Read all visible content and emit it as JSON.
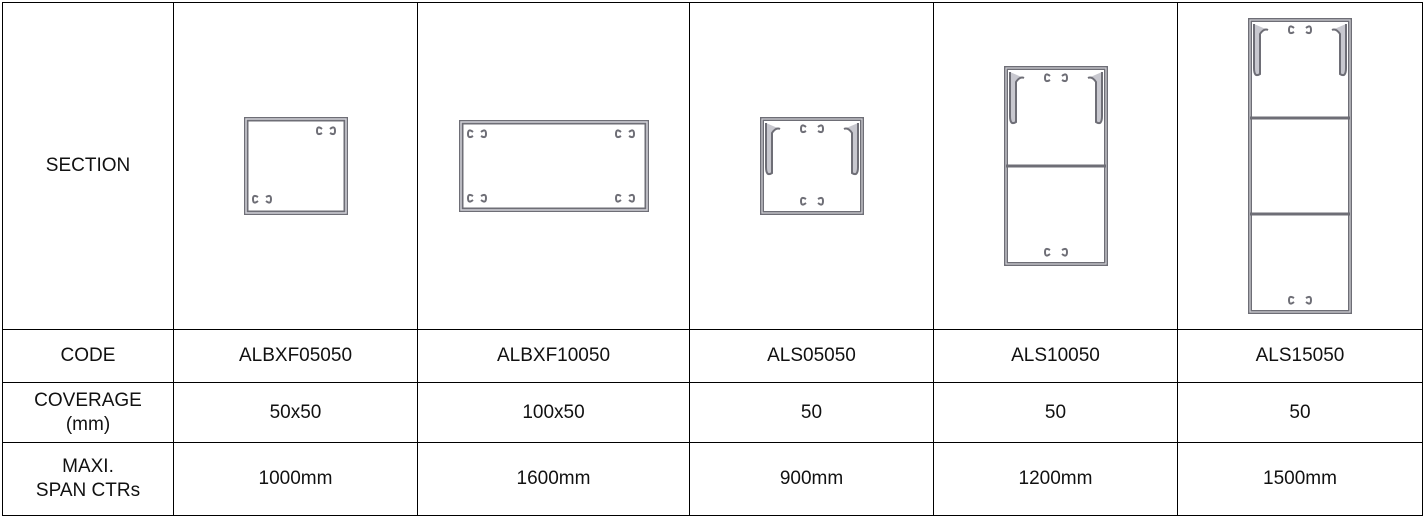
{
  "rows": {
    "section": {
      "label": "SECTION"
    },
    "code": {
      "label": "CODE",
      "values": [
        "ALBXF05050",
        "ALBXF10050",
        "ALS05050",
        "ALS10050",
        "ALS15050"
      ]
    },
    "coverage": {
      "label_line1": "COVERAGE",
      "label_line2": "(mm)",
      "values": [
        "50x50",
        "100x50",
        "50",
        "50",
        "50"
      ]
    },
    "span": {
      "label_line1": "MAXI.",
      "label_line2": "SPAN CTRs",
      "values": [
        "1000mm",
        "1600mm",
        "900mm",
        "1200mm",
        "1500mm"
      ]
    }
  },
  "profile_colors": {
    "stroke": "#6e6e76",
    "fill": "#c8c8cf"
  }
}
